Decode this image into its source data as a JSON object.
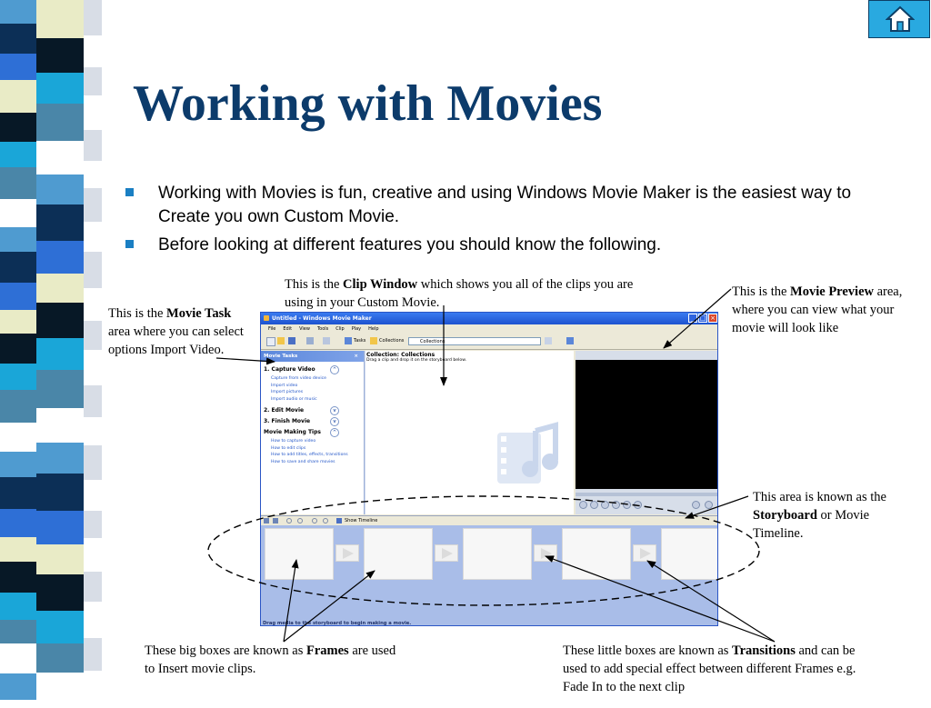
{
  "slide": {
    "title": "Working with Movies",
    "bullets": [
      "Working with Movies is fun, creative and using Windows Movie Maker is the easiest way to Create you own Custom Movie.",
      "Before looking at different features you should know the following."
    ],
    "home_icon": "house-icon"
  },
  "annotations": {
    "clip": {
      "pre": "This is the ",
      "bold": "Clip Window",
      "post": " which shows you all of the clips you are using in your Custom Movie."
    },
    "task": {
      "pre": "This is the ",
      "bold": "Movie Task",
      "post": " area where you can select options Import Video."
    },
    "preview": {
      "pre": "This is the ",
      "bold": "Movie Preview",
      "post": " area, where you can view what your movie will look like"
    },
    "storyboard": {
      "pre": "This area is known as the ",
      "bold": "Storyboard",
      "post": " or Movie Timeline."
    },
    "frames": {
      "pre": "These big boxes are known as ",
      "bold": "Frames",
      "post": " are used to Insert movie clips."
    },
    "transitions": {
      "pre": "These little boxes are known as ",
      "bold": "Transitions",
      "post": " and can be used to add special effect between different Frames e.g. Fade In to the next clip"
    }
  },
  "moviemaker": {
    "window_title": "Untitled - Windows Movie Maker",
    "menu": [
      "File",
      "Edit",
      "View",
      "Tools",
      "Clip",
      "Play",
      "Help"
    ],
    "toolbar": {
      "tasks": "Tasks",
      "collections": "Collections",
      "combo_value": "Collections"
    },
    "tasks_pane": {
      "header": "Movie Tasks",
      "close": "×",
      "sections": [
        {
          "title": "1. Capture Video",
          "links": [
            "Capture from video device",
            "Import video",
            "Import pictures",
            "Import audio or music"
          ]
        },
        {
          "title": "2. Edit Movie",
          "links": []
        },
        {
          "title": "3. Finish Movie",
          "links": []
        },
        {
          "title": "Movie Making Tips",
          "links": [
            "How to capture video",
            "How to edit clips",
            "How to add titles, effects, transitions",
            "How to save and share movies"
          ]
        }
      ]
    },
    "collection": {
      "title": "Collection: Collections",
      "hint": "Drag a clip and drop it on the storyboard below."
    },
    "storyboard": {
      "show_timeline": "Show Timeline",
      "drag_hint": "Drag media to the storyboard to begin making a movie."
    }
  },
  "colors": {
    "title": "#0c3b6b",
    "bullet": "#1a7fc3",
    "home_bg": "#29a9e0",
    "storyboard_bg": "#a9bde8"
  }
}
